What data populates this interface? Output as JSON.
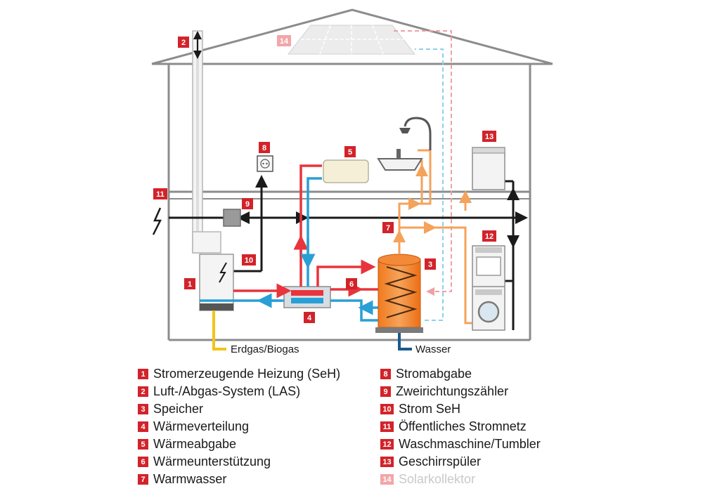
{
  "badges": {
    "b1": "1",
    "b2": "2",
    "b3": "3",
    "b4": "4",
    "b5": "5",
    "b6": "6",
    "b7": "7",
    "b8": "8",
    "b9": "9",
    "b10": "10",
    "b11": "11",
    "b12": "12",
    "b13": "13",
    "b14": "14"
  },
  "labels": {
    "gas": "Erdgas/Biogas",
    "water": "Wasser"
  },
  "legend": {
    "left": [
      {
        "num": "1",
        "text": "Stromerzeugende Heizung (SeH)"
      },
      {
        "num": "2",
        "text": "Luft-/Abgas-System (LAS)"
      },
      {
        "num": "3",
        "text": "Speicher"
      },
      {
        "num": "4",
        "text": "Wärmeverteilung"
      },
      {
        "num": "5",
        "text": "Wärmeabgabe"
      },
      {
        "num": "6",
        "text": "Wärmeunterstützung"
      },
      {
        "num": "7",
        "text": "Warmwasser"
      }
    ],
    "right": [
      {
        "num": "8",
        "text": "Stromabgabe"
      },
      {
        "num": "9",
        "text": "Zweirichtungszähler"
      },
      {
        "num": "10",
        "text": "Strom SeH"
      },
      {
        "num": "11",
        "text": "Öffentliches Stromnetz"
      },
      {
        "num": "12",
        "text": "Waschmaschine/Tumbler"
      },
      {
        "num": "13",
        "text": "Geschirrspüler"
      },
      {
        "num": "14",
        "text": "Solarkollektor"
      }
    ]
  },
  "colors": {
    "hot": "#e8343c",
    "cold": "#2a9fd6",
    "warm_water": "#f5a25a",
    "power": "#1a1a1a",
    "gas": "#f2c417",
    "house": "#8c8c8c",
    "badge": "#d2232a"
  }
}
